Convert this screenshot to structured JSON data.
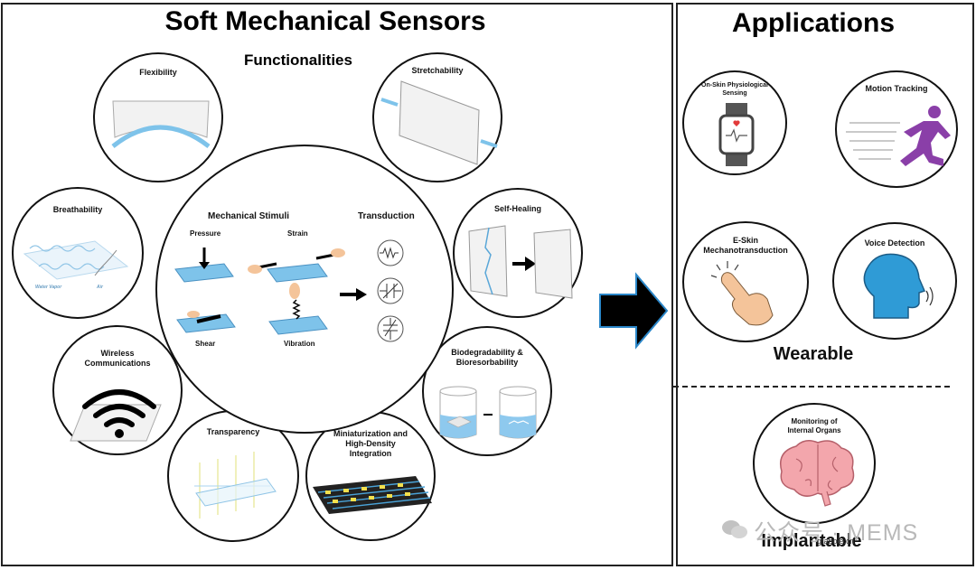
{
  "left_panel": {
    "title": "Soft Mechanical Sensors",
    "subtitle": "Functionalities",
    "functionalities": [
      {
        "label": "Flexibility"
      },
      {
        "label": "Stretchability"
      },
      {
        "label": "Breathability",
        "sub_labels": [
          "Water Vapor",
          "Air"
        ]
      },
      {
        "label": "Self-Healing"
      },
      {
        "label": "Wireless Communications"
      },
      {
        "label": "Biodegradability & Bioresorbability"
      },
      {
        "label": "Transparency"
      },
      {
        "label": "Miniaturization and High-Density Integration"
      }
    ],
    "center": {
      "stimuli_title": "Mechanical Stimuli",
      "transduction_title": "Transduction",
      "stimuli": [
        "Pressure",
        "Strain",
        "Shear",
        "Vibration"
      ]
    }
  },
  "right_panel": {
    "title": "Applications",
    "wearable_label": "Wearable",
    "implantable_label": "Implantable",
    "applications": [
      {
        "label": "On-Skin Physiological Sensing"
      },
      {
        "label": "Motion Tracking"
      },
      {
        "label": "E-Skin Mechanotransduction"
      },
      {
        "label": "Voice Detection"
      },
      {
        "label": "Monitoring of Internal Organs"
      }
    ]
  },
  "watermark": {
    "text": "公众号 · MEMS",
    "site": "gtabble.cn"
  },
  "colors": {
    "accent_blue": "#7ec3ea",
    "purple": "#8a3fa8",
    "skin": "#f4c49a",
    "head_blue": "#2f9bd6",
    "brain": "#f3a6ac"
  }
}
